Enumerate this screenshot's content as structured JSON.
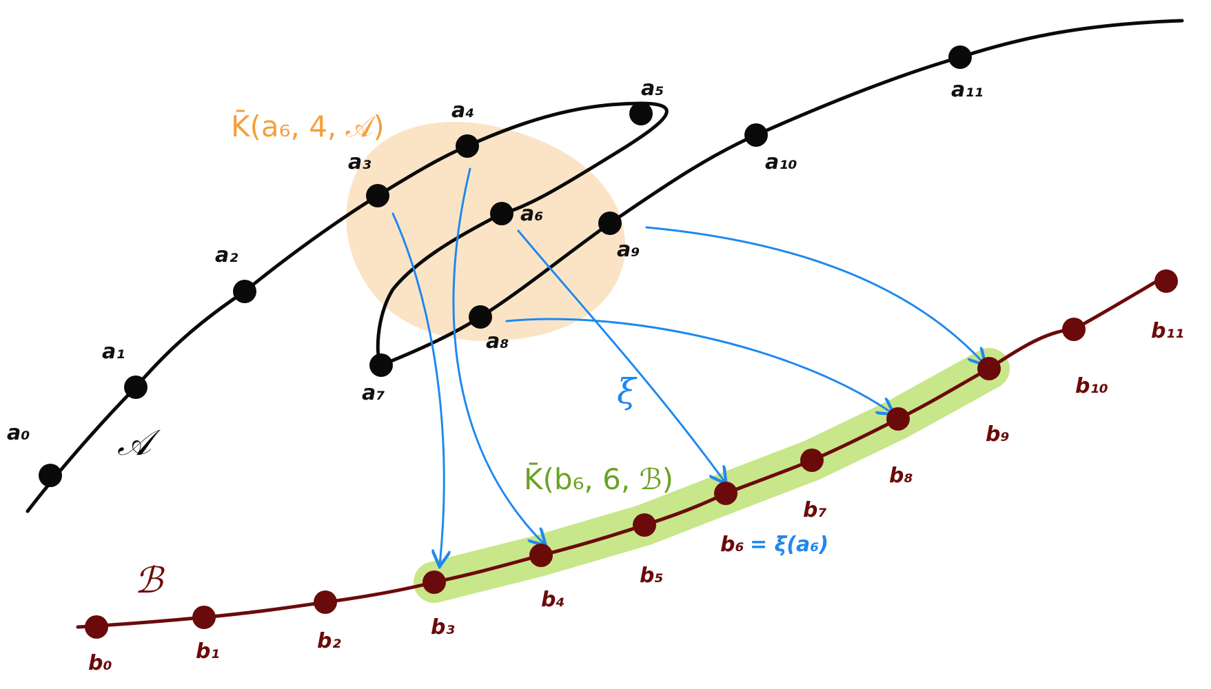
{
  "colors": {
    "curve_a": "#0a0a0a",
    "curve_b": "#6b0a0a",
    "arrows": "#1e88f0",
    "region_a_fill": "#fbe4c6",
    "region_a_label": "#f5a03c",
    "region_b_fill": "#c8e68a",
    "region_b_label": "#6aa224",
    "map_label": "#1e88f0"
  },
  "curve_a": {
    "name": "𝒜",
    "points": [
      "a₀",
      "a₁",
      "a₂",
      "a₃",
      "a₄",
      "a₅",
      "a₆",
      "a₇",
      "a₈",
      "a₉",
      "a₁₀",
      "a₁₁"
    ]
  },
  "curve_b": {
    "name": "ℬ",
    "points": [
      "b₀",
      "b₁",
      "b₂",
      "b₃",
      "b₄",
      "b₅",
      "b₆",
      "b₇",
      "b₈",
      "b₉",
      "b₁₀",
      "b₁₁"
    ]
  },
  "region_a": {
    "label": "K̄(a₆, 4, 𝒜)"
  },
  "region_b": {
    "label": "K̄(b₆, 6, ℬ)"
  },
  "map": {
    "name": "ξ",
    "equation": "= ξ(a₆)",
    "arrows": [
      {
        "from": "a₃",
        "to": "b₃"
      },
      {
        "from": "a₄",
        "to": "b₄"
      },
      {
        "from": "a₆",
        "to": "b₆"
      },
      {
        "from": "a₈",
        "to": "b₈"
      },
      {
        "from": "a₉",
        "to": "b₉"
      }
    ]
  }
}
